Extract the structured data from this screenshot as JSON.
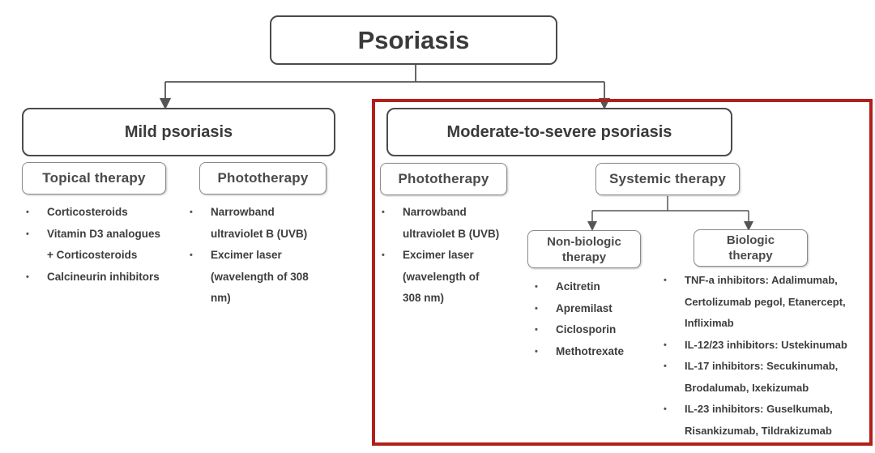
{
  "root": {
    "label": "Psoriasis"
  },
  "mild": {
    "label": "Mild psoriasis",
    "topical": {
      "label": "Topical therapy",
      "items": [
        "Corticosteroids",
        "Vitamin D3 analogues",
        "+ Corticosteroids",
        "Calcineurin inhibitors"
      ]
    },
    "phototherapy": {
      "label": "Phototherapy",
      "items": [
        "Narrowband",
        "ultraviolet B (UVB)",
        "Excimer laser",
        "(wavelength of 308",
        "nm)"
      ]
    }
  },
  "severe": {
    "label": "Moderate-to-severe psoriasis",
    "phototherapy": {
      "label": "Phototherapy",
      "items": [
        "Narrowband",
        "ultraviolet B (UVB)",
        "Excimer laser",
        "(wavelength of",
        "308 nm)"
      ]
    },
    "systemic": {
      "label": "Systemic therapy",
      "nonbiologic": {
        "label_line1": "Non-biologic",
        "label_line2": "therapy",
        "items": [
          "Acitretin",
          "Apremilast",
          "Ciclosporin",
          "Methotrexate"
        ]
      },
      "biologic": {
        "label_line1": "Biologic",
        "label_line2": "therapy",
        "items": [
          "TNF-a inhibitors: Adalimumab,",
          "Certolizumab pegol, Etanercept,",
          "Infliximab",
          "IL-12/23 inhibitors: Ustekinumab",
          "IL-17 inhibitors: Secukinumab,",
          "Brodalumab, Ixekizumab",
          "IL-23 inhibitors: Guselkumab,",
          "Risankizumab, Tildrakizumab"
        ]
      }
    }
  },
  "colors": {
    "highlight": "#b21f1a",
    "box_border": "#4a4a4a",
    "text": "#3a3a3a"
  }
}
